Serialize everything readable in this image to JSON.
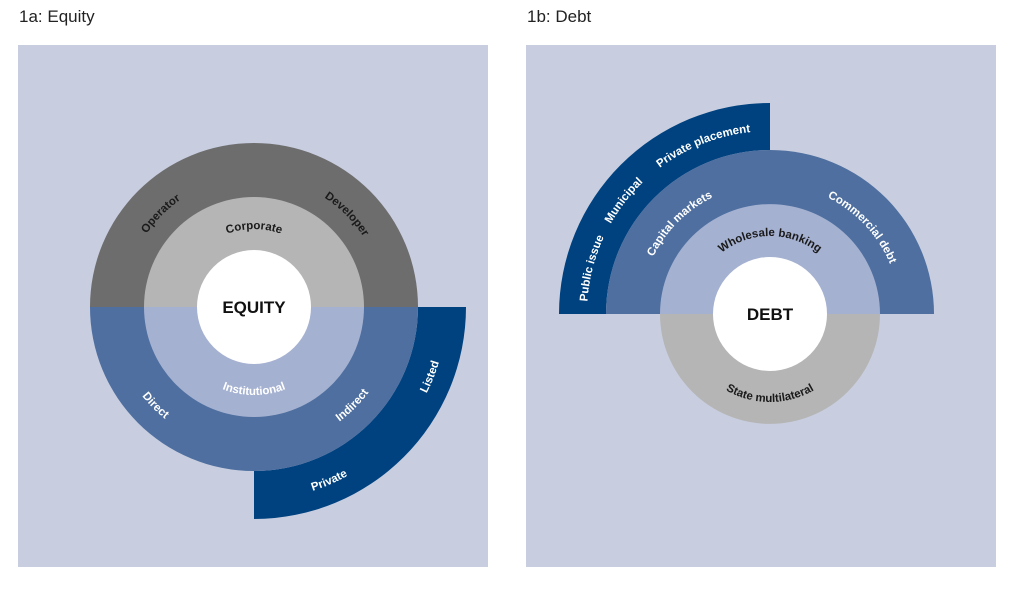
{
  "panels": {
    "equity": {
      "title": "1a: Equity",
      "center": "EQUITY",
      "outer_top": [
        "Operator",
        "Developer"
      ],
      "inner_top": "Corporate",
      "inner_bottom": "Institutional",
      "outer_bottom": [
        "Direct",
        "Indirect"
      ],
      "extension": [
        "Private",
        "Listed"
      ]
    },
    "debt": {
      "title": "1b: Debt",
      "center": "DEBT",
      "extension": [
        "Public issue",
        "Municipal",
        "Private placement"
      ],
      "outer_top": [
        "Capital markets",
        "Commercial debt"
      ],
      "inner_top": "Wholesale banking",
      "inner_bottom": "State multilateral"
    }
  },
  "colors": {
    "background": "#c8cee0",
    "dark_gray": "#6d6d6d",
    "light_gray": "#b5b5b5",
    "medium_blue": "#4e6f9f",
    "light_blue": "#a5b1d1",
    "dark_blue": "#00427f"
  }
}
